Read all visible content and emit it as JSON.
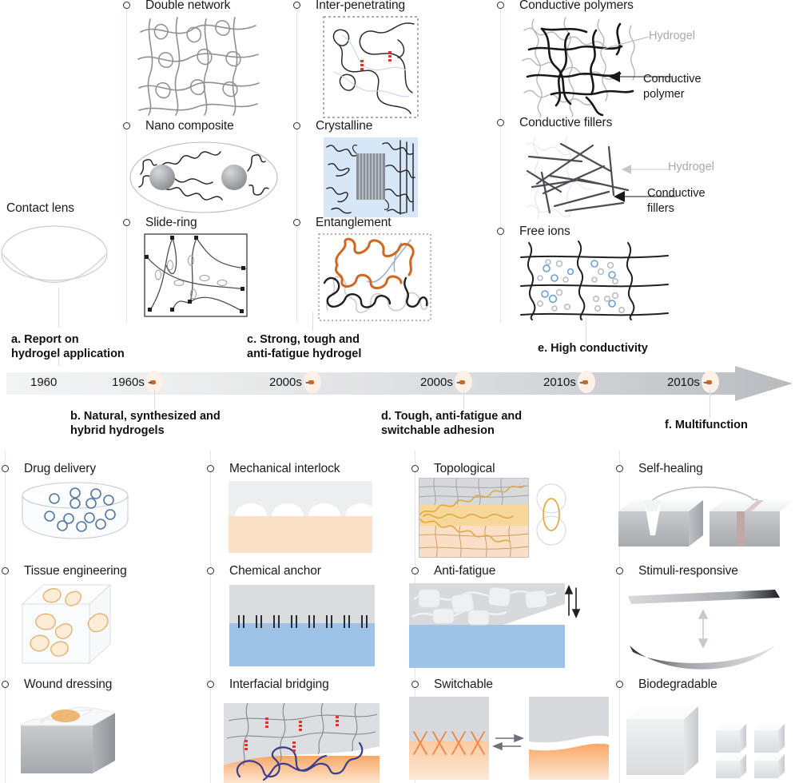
{
  "figure": {
    "title": "Timeline of hydrogel development and applications",
    "background": "#ffffff",
    "accent_marker_fill": "#fdf0e6",
    "accent_marker_dot": "#c46a2a",
    "arrow_color_start": "#f2f3f5",
    "arrow_color_end": "#b9bcc2"
  },
  "timeline": {
    "first_year_label": "1960",
    "stops": [
      {
        "label": "1960s -"
      },
      {
        "label": "2000s -"
      },
      {
        "label": "2000s -"
      },
      {
        "label": "2010s -"
      },
      {
        "label": "2010s -"
      }
    ],
    "stages": [
      {
        "id": "a",
        "text": "a. Report on\nhydrogel application",
        "position": "above"
      },
      {
        "id": "b",
        "text": "b. Natural, synthesized and\nhybrid hydrogels",
        "position": "below"
      },
      {
        "id": "c",
        "text": "c. Strong, tough and\nanti-fatigue hydrogel",
        "position": "above"
      },
      {
        "id": "d",
        "text": "d. Tough, anti-fatigue and\nswitchable adhesion",
        "position": "below"
      },
      {
        "id": "e",
        "text": "e. High conductivity",
        "position": "above"
      },
      {
        "id": "f",
        "text": "f. Multifunction",
        "position": "below"
      }
    ]
  },
  "top": {
    "contact_lens": {
      "label": "Contact lens"
    },
    "column_1": [
      {
        "label": "Double network"
      },
      {
        "label": "Nano composite"
      },
      {
        "label": "Slide-ring"
      }
    ],
    "column_2": [
      {
        "label": "Inter-penetrating"
      },
      {
        "label": "Crystalline"
      },
      {
        "label": "Entanglement"
      }
    ],
    "column_3": [
      {
        "label": "Conductive polymers"
      },
      {
        "label": "Conductive fillers"
      },
      {
        "label": "Free ions"
      }
    ],
    "annotations": {
      "hydrogel_1": "Hydrogel",
      "conductive_polymer": "Conductive\npolymer",
      "hydrogel_2": "Hydrogel",
      "conductive_fillers": "Conductive\nfillers"
    }
  },
  "bottom": {
    "column_1": [
      {
        "label": "Drug delivery"
      },
      {
        "label": "Tissue engineering"
      },
      {
        "label": "Wound dressing"
      }
    ],
    "column_2": [
      {
        "label": "Mechanical interlock"
      },
      {
        "label": "Chemical anchor"
      },
      {
        "label": "Interfacial bridging"
      }
    ],
    "column_3": [
      {
        "label": "Topological"
      },
      {
        "label": "Anti-fatigue"
      },
      {
        "label": "Switchable"
      }
    ],
    "column_4": [
      {
        "label": "Self-healing"
      },
      {
        "label": "Stimuli-responsive"
      },
      {
        "label": "Biodegradable"
      }
    ]
  },
  "colors": {
    "peach": "#fbdfc4",
    "peach_deep": "#f7a96a",
    "blue": "#9dc3e6",
    "blue_pale": "#dbe8f7",
    "gray_block": "#d6d8da",
    "gray_dark": "#9a9da2",
    "ink": "#1f2024",
    "red_dot": "#e8302a",
    "orange_chain": "#d4651f",
    "navy_chain": "#33348c",
    "gold": "#e8b44a"
  }
}
